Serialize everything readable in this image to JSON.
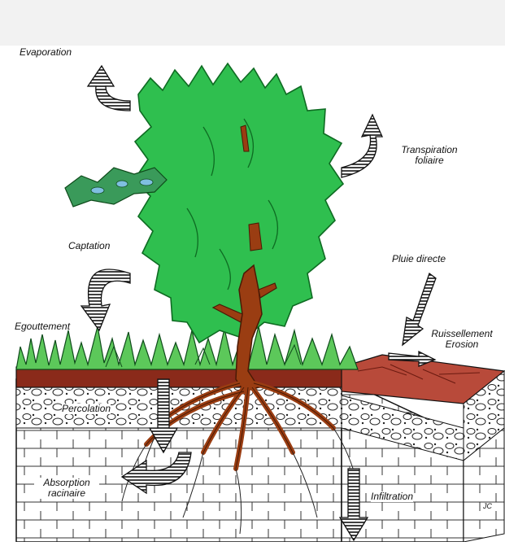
{
  "diagram": {
    "labels": {
      "evaporation": "Evaporation",
      "transpiration_line1": "Transpiration",
      "transpiration_line2": "foliaire",
      "captation": "Captation",
      "egouttement": "Egouttement",
      "pluie_directe": "Pluie directe",
      "ruissellement_line1": "Ruissellement",
      "ruissellement_line2": "Erosion",
      "percolation": "Percolation",
      "absorption_line1": "Absorption",
      "absorption_line2": "racinaire",
      "infiltration": "Infiltration",
      "signature": "JC"
    },
    "colors": {
      "foliage": "#2fbf4f",
      "foliage_dark": "#0e6b22",
      "trunk": "#9a3d12",
      "trunk_dark": "#4a1a05",
      "ground_litter": "#8a2a1a",
      "bare_soil": "#b84a3a",
      "grass": "#5cc85a",
      "arrow": "#111111",
      "rock_line": "#222222"
    }
  }
}
